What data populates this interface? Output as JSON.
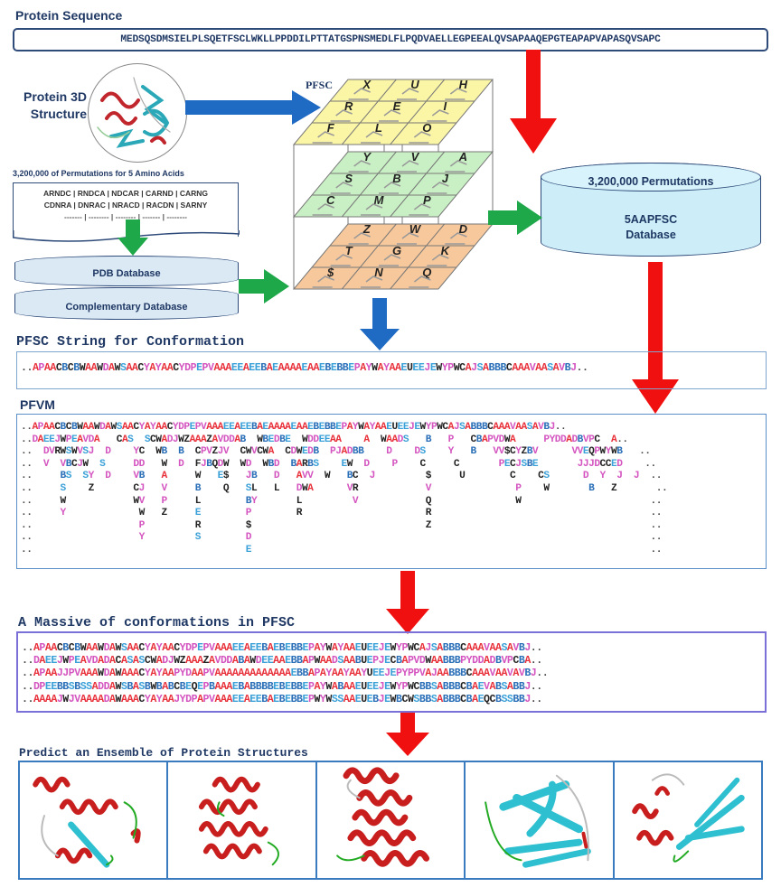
{
  "protein_sequence": {
    "title": "Protein Sequence",
    "sequence": "MEDSQSDMSIELPLSQETFSCLWKLLPPDDILPTTATGSPNSMEDLFLPQDVAELLEGPEEALQVSAPAAQEPGTEAPAPVAPASQVSAPC"
  },
  "structure": {
    "label_line1": "Protein 3D",
    "label_line2": "Structure"
  },
  "permutations": {
    "title": "3,200,000 of Permutations for 5 Amino Acids",
    "row1": "ARNDC | RNDCA | NDCAR | CARND | CARNG",
    "row2": "CDNRA | DNRAC | NRACD | RACDN | SARNY",
    "row3": "------- | -------- | -------- | ------- | --------"
  },
  "databases": {
    "pdb": "PDB Database",
    "complementary": "Complementary Database",
    "fivea_top": "3,200,000 Permutations",
    "fivea_line1": "5AAPFSC",
    "fivea_line2": "Database"
  },
  "pfsc_cube": {
    "title": "PFSC",
    "top_layer": [
      "X",
      "U",
      "H",
      "R",
      "E",
      "I",
      "F",
      "L",
      "O"
    ],
    "middle_layer": [
      "Y",
      "V",
      "A",
      "S",
      "B",
      "J",
      "C",
      "M",
      "P"
    ],
    "bottom_layer": [
      "Z",
      "W",
      "D",
      "T",
      "G",
      "K",
      "$",
      "N",
      "Q"
    ],
    "colors": {
      "top": "#fbf5a6",
      "middle": "#c9f0c4",
      "bottom": "#f7c89b"
    }
  },
  "pfsc_string": {
    "title": "PFSC String for Conformation",
    "value": "..APAACBCBWAAWDAWSAACYAYAACYDPEPVAAAEEAEEBAEAAAAEAAEBEBBEPAYWAYAAEUEEJEWYPWCAJSABBBCAAAVAASAVBJ.."
  },
  "pfvm": {
    "title": "PFVM",
    "rows": [
      "..APAACBCBWAAWDAWSAACYAYAACYDPEPVAAAEEAEEBAEAAAAEAAEBEBBEPAYWAYAAEUEEJEWYPWCAJSABBBCAAAVAASAVBJ..",
      "..DAEEJWPEAVDA   CAS  SCWADJWZAAAZAVDDAB  WBEDBE  WDDEEAA    A  WAADS   B   P   CBAPVDWA     PYDDADBVPC  A..",
      "..  DVRWSWVSJ  D    YC  WB  B  CPVZJV  CWVCWA  CDWEDB  PJADBB    D    DS    Y   B   VV$CYZBV      VVEQPWYWB   ..",
      "..  V  VBCJW  S     DD   W  D  FJBQDW  WD  WBD  BARBS    EW  D    P    C     C       PECJSBE       JJJDCCED    ..",
      "..     BS  SY  D    VB   A     W   E$   JB   D   AVV  W   BC  J         $     U        C    CS      D  Y  J  J  ..",
      "..     S    Z       CJ   V     B    Q   SL   L   DWA      VR            V               P    W       B   Z       ..",
      "..     W            WV   P     L        BY       L         V            Q               W                       ..",
      "..     Y             W   Z     E        P        R                      R                                       ..",
      "..                   P         R        $                               Z                                       ..",
      "..                   Y         S        D                                                                       ..",
      "..                                      E                                                                       .."
    ]
  },
  "massive": {
    "title": "A Massive of conformations in PFSC",
    "rows": [
      "..APAACBCBWAAWDAWSAACYAYAACYDPEPVAAAEEAEEBAEBEBBEPAYWAYAAEUEEJEWYPWCAJSABBBCAAAVAASAVBJ..",
      "..DAEEJWPEAVDADACASASCWADJWZAAAZAVDDABAWDEEAAEBBAPWAADSAABUEPJECBAPVDWAABBBPYDDADBVPCBA..",
      "..APAAJJPVAAAWDAWAAACYAYAAPYDAAPVAAAAAAAAAAAAAEBBAPAYAAYAAYUEEJEPYPPVAJAABBBCAAAVAAVAVBJ..",
      "..DPEEBBSBSSADDAWSBASBWBABCBEQEPBAAAEBABBBBEBEBBEPAYWABAAEUEEJEWYPWCBBSABBBCBAEVABSABBJ..",
      "..AAAAJWJVAAAADAWAAACYAYAAJYDPAPVAAAEEAEEBAEBEBBEPWYWSSAAEUEBJEWBCWSBBSABBBCBAEQCBSSBBJ.."
    ]
  },
  "ensemble": {
    "title": "Predict an Ensemble of Protein Structures",
    "structures": [
      "structure-1",
      "structure-2",
      "structure-3",
      "structure-4",
      "structure-5"
    ]
  },
  "palette": {
    "A": "#e8303a",
    "E": "#3aa0d8",
    "B": "#2a6fb8",
    "W": "#222222",
    "C": "#222222",
    "D": "#d455c0",
    "P": "#d455c0",
    "Y": "#d455c0",
    "V": "#d455c0",
    "J": "#d455c0",
    "S": "#3aa0d8",
    "other": "#222222"
  }
}
